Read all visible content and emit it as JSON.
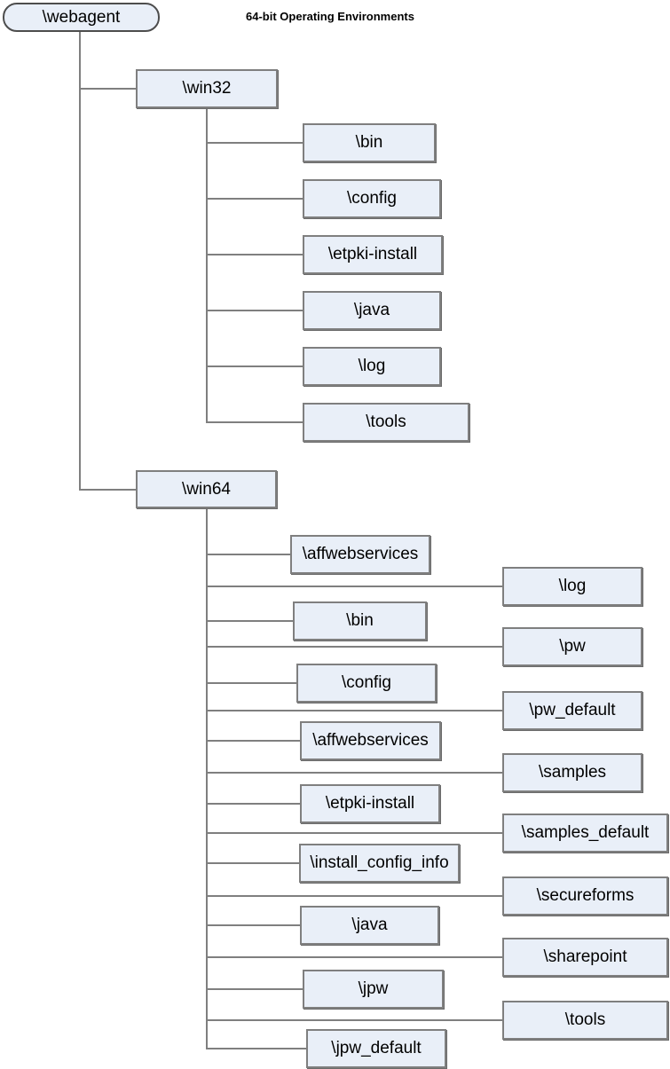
{
  "title": "64-bit Operating Environments",
  "colors": {
    "box_fill": "#e9eff8",
    "box_border": "#7f7f7f",
    "line": "#7f7f7f",
    "text": "#000000"
  },
  "nodes": {
    "webagent": "\\webagent",
    "win32": "\\win32",
    "win64": "\\win64",
    "win32_children": {
      "bin": "\\bin",
      "config": "\\config",
      "etpki_install": "\\etpki-install",
      "java": "\\java",
      "log": "\\log",
      "tools": "\\tools"
    },
    "win64_left": {
      "affwebservices1": "\\affwebservices",
      "bin": "\\bin",
      "config": "\\config",
      "affwebservices2": "\\affwebservices",
      "etpki_install": "\\etpki-install",
      "install_config_info": "\\install_config_info",
      "java": "\\java",
      "jpw": "\\jpw",
      "jpw_default": "\\jpw_default"
    },
    "win64_right": {
      "log": "\\log",
      "pw": "\\pw",
      "pw_default": "\\pw_default",
      "samples": "\\samples",
      "samples_default": "\\samples_default",
      "secureforms": "\\secureforms",
      "sharepoint": "\\sharepoint",
      "tools": "\\tools"
    }
  }
}
